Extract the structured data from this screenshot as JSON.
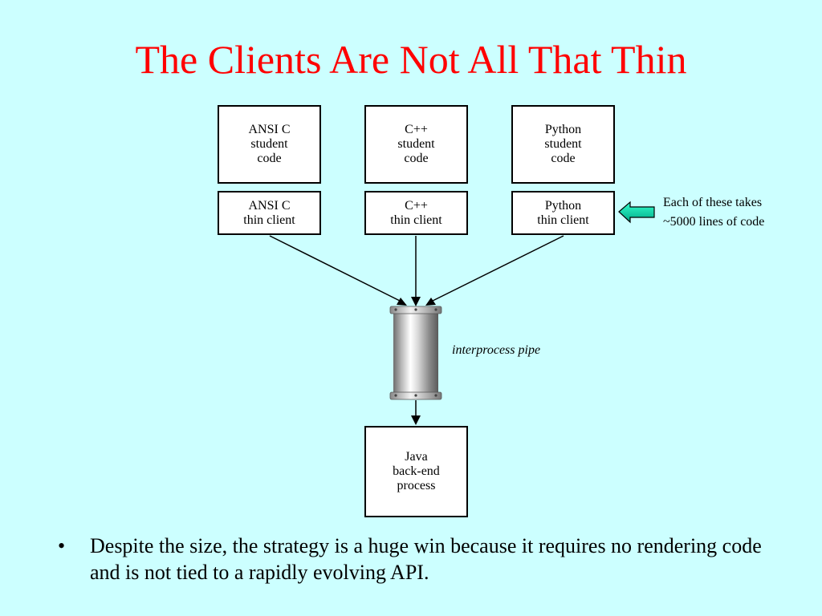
{
  "title": "The Clients Are Not All That Thin",
  "student_code_boxes": [
    {
      "lines": [
        "ANSI C",
        "student",
        "code"
      ]
    },
    {
      "lines": [
        "C++",
        "student",
        "code"
      ]
    },
    {
      "lines": [
        "Python",
        "student",
        "code"
      ]
    }
  ],
  "thin_client_boxes": [
    {
      "lines": [
        "ANSI C",
        "thin client"
      ]
    },
    {
      "lines": [
        "C++",
        "thin client"
      ]
    },
    {
      "lines": [
        "Python",
        "thin client"
      ]
    }
  ],
  "backend_box": {
    "lines": [
      "Java",
      "back-end",
      "process"
    ]
  },
  "pipe_label": "interprocess pipe",
  "note": {
    "lines": [
      "Each of these takes",
      "~5000 lines of code"
    ]
  },
  "bullet": {
    "marker": "•",
    "text": "Despite the size, the strategy is a huge win because it requires no rendering code and is not tied to a rapidly evolving API."
  },
  "colors": {
    "background": "#ccffff",
    "title": "#ff0000",
    "note_arrow": "#00cc99"
  }
}
